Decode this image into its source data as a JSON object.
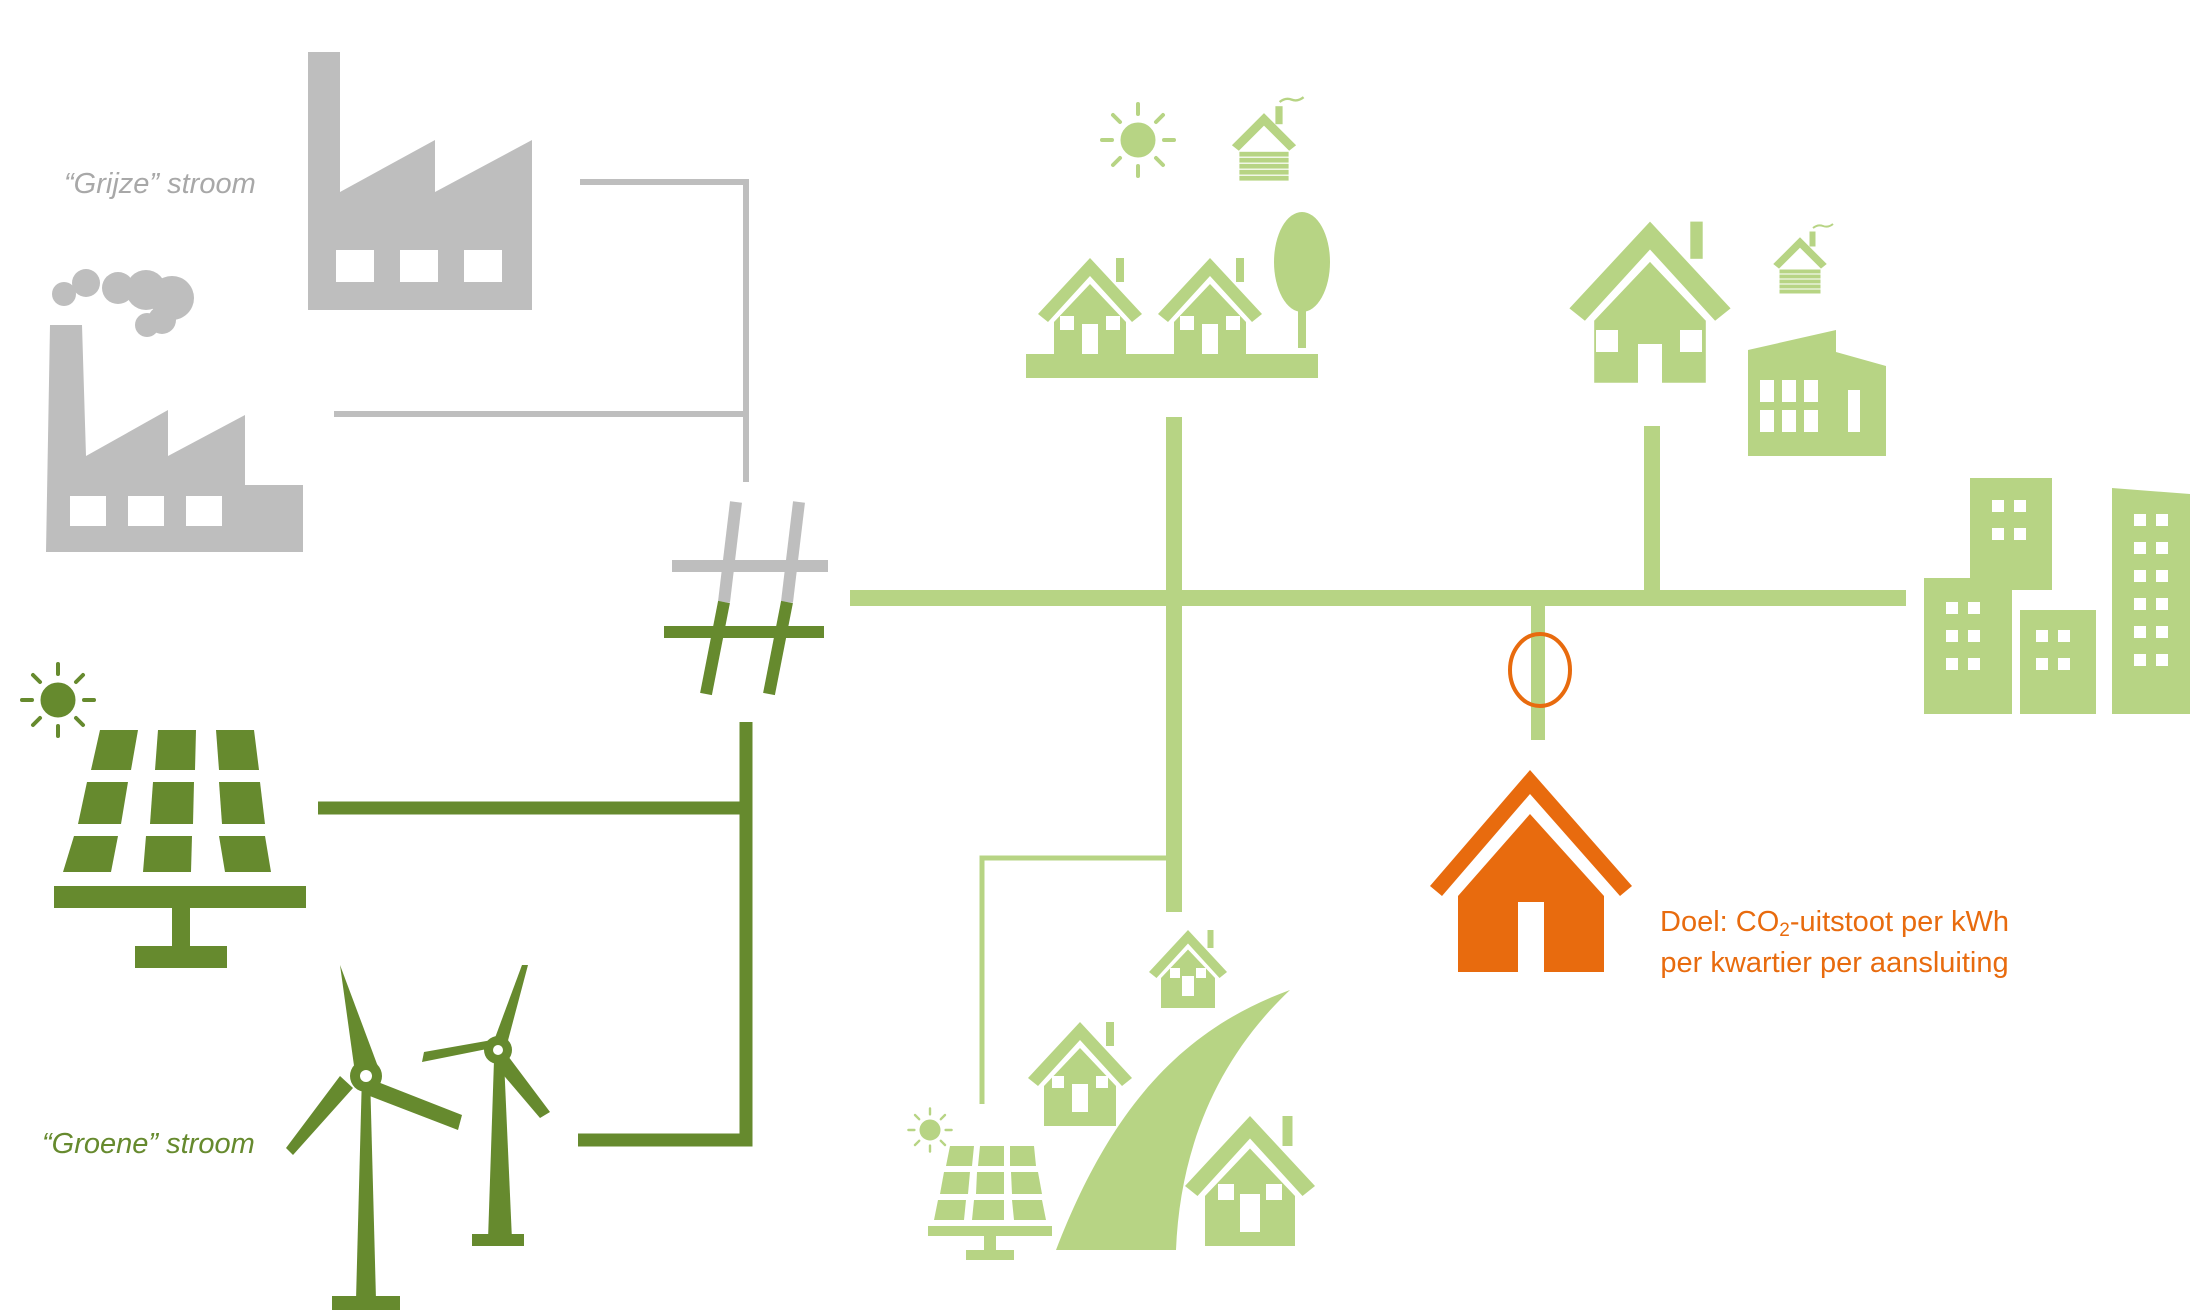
{
  "labels": {
    "grey_power": "“Grijze” stroom",
    "green_power": "“Groene” stroom",
    "goal_prefix": "Doel: CO",
    "goal_subscript": "2",
    "goal_suffix": "-uitstoot per kWh",
    "goal_line2": "per kwartier per aansluiting"
  },
  "colors": {
    "grey": "#bebebe",
    "dark_green": "#668a2e",
    "light_green": "#b7d484",
    "orange": "#e86b0e",
    "grey_text": "#a8a8a8",
    "green_text": "#668a2e",
    "orange_text": "#e86b0e"
  },
  "icons": [
    "factory-icon",
    "factory-smoke-icon",
    "solar-panel-icon",
    "wind-turbine-icon",
    "sun-icon",
    "house-icon",
    "cabin-icon",
    "tree-icon",
    "greenhouse-icon",
    "apartment-buildings-icon",
    "road-icon",
    "grid-hub-icon",
    "connection-marker-icon"
  ]
}
